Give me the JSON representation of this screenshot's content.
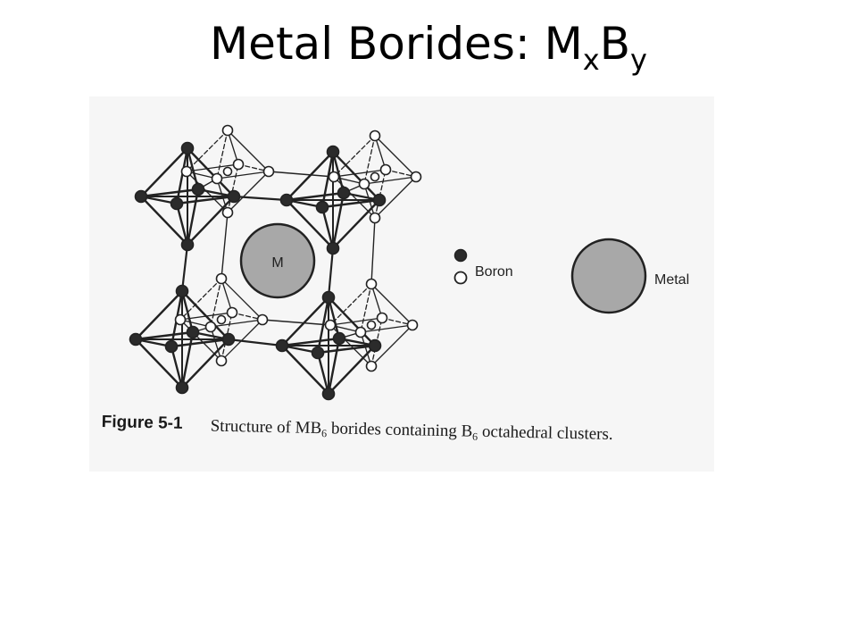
{
  "slide": {
    "title_main": "Metal Borides: M",
    "title_sub_x": "x",
    "title_b": "B",
    "title_sub_y": "y"
  },
  "figure": {
    "center_atom_label": "M",
    "legend": {
      "boron_label": "Boron",
      "metal_label": "Metal"
    },
    "caption": {
      "figure_number": "Figure 5-1",
      "text_1": "Structure of MB",
      "sub_1": "6",
      "text_2": " borides containing B",
      "sub_2": "6",
      "text_3": " octahedral clusters."
    },
    "colors": {
      "boron_front": "#2b2b2b",
      "boron_back": "#ffffff",
      "metal": "#a8a8a8",
      "line": "#222222"
    }
  }
}
